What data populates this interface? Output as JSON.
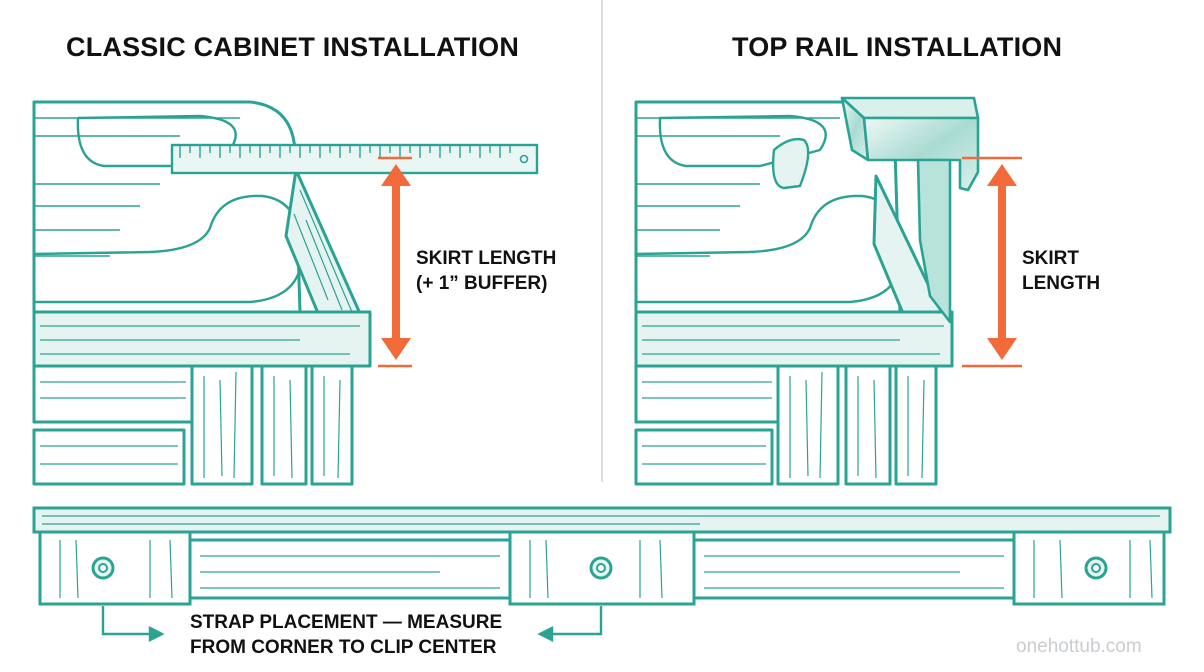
{
  "panels": {
    "left": {
      "title": "CLASSIC CABINET INSTALLATION",
      "label_line1": "SKIRT LENGTH",
      "label_line2": "(+ 1” BUFFER)"
    },
    "right": {
      "title": "TOP RAIL INSTALLATION",
      "label_line1": "SKIRT",
      "label_line2": "LENGTH"
    }
  },
  "bottom": {
    "label_line1": "STRAP PLACEMENT — MEASURE",
    "label_line2": "FROM CORNER TO CLIP CENTER"
  },
  "watermark": "onehottub.com",
  "colors": {
    "teal": "#2aa394",
    "teal_light": "#e6f4f1",
    "teal_rail": "#9fd6cc",
    "orange": "#f26a3a",
    "divider": "#dcdcdc"
  },
  "icons": [
    "measuring-ruler-icon",
    "measurement-arrow-icon",
    "strap-clip-icon",
    "top-rail-icon"
  ]
}
